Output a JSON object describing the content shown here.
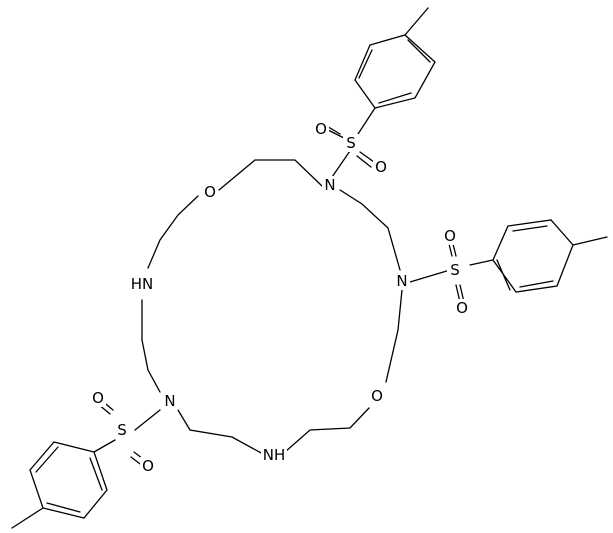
{
  "structure": {
    "atom_labels": {
      "o_top": "O",
      "n_top": "N",
      "n_right": "N",
      "o_bottom_right": "O",
      "nh_bottom": "NH",
      "n_left": "N",
      "nh_left": "HN",
      "s_top": "S",
      "o_s_top_1": "O",
      "o_s_top_2": "O",
      "s_right": "S",
      "o_s_right_1": "O",
      "o_s_right_2": "O",
      "s_left": "S",
      "o_s_left_1": "O",
      "o_s_left_2": "O"
    }
  }
}
